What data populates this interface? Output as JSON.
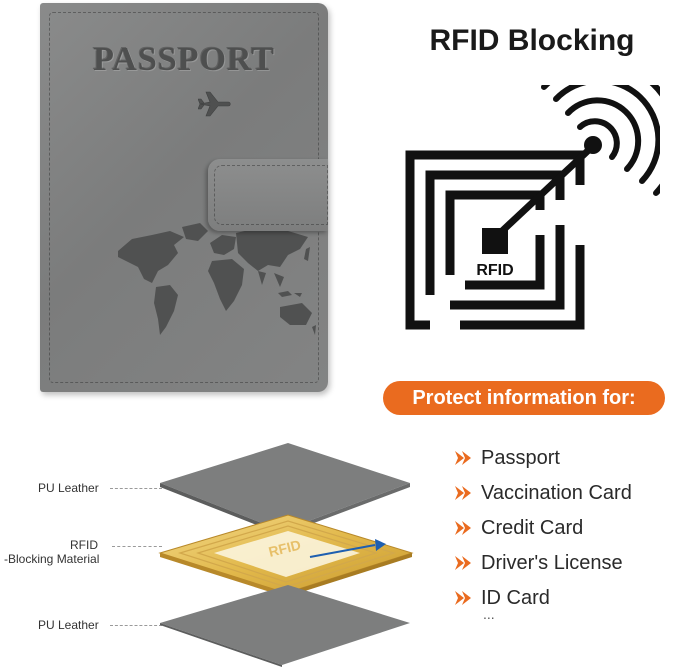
{
  "passport": {
    "title": "PASSPORT",
    "color": "#808181"
  },
  "rfid": {
    "title": "RFID Blocking",
    "chip_label": "RFID"
  },
  "protect": {
    "banner": "Protect information for:",
    "accent_color": "#ea6b1f",
    "items": [
      {
        "label": "Passport"
      },
      {
        "label": "Vaccination Card"
      },
      {
        "label": "Credit Card"
      },
      {
        "label": "Driver's License"
      },
      {
        "label": "ID Card"
      }
    ],
    "more": "..."
  },
  "layers": {
    "top_label": "PU Leather",
    "middle_label_line1": "RFID",
    "middle_label_line2": "-Blocking Material",
    "middle_chip_text": "RFID",
    "bottom_label": "PU Leather"
  }
}
